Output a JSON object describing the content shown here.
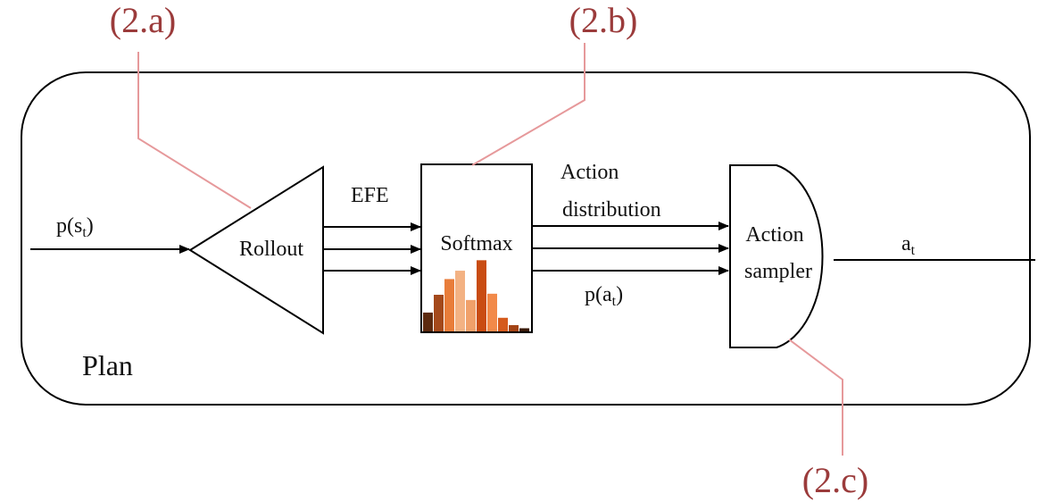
{
  "callouts": {
    "a": "(2.a)",
    "b": "(2.b)",
    "c": "(2.c)"
  },
  "container": {
    "label": "Plan"
  },
  "input": {
    "label_prefix": "p(s",
    "subscript": "t",
    "label_suffix": ")"
  },
  "rollout": {
    "label": "Rollout"
  },
  "efe": {
    "label": "EFE"
  },
  "softmax": {
    "label": "Softmax",
    "histogram": [
      {
        "value": 0.18,
        "color": "#5c2a0f"
      },
      {
        "value": 0.35,
        "color": "#a4491b"
      },
      {
        "value": 0.5,
        "color": "#e87d3a"
      },
      {
        "value": 0.58,
        "color": "#f3b283"
      },
      {
        "value": 0.3,
        "color": "#f0a06a"
      },
      {
        "value": 0.68,
        "color": "#c94c12"
      },
      {
        "value": 0.36,
        "color": "#f28a4a"
      },
      {
        "value": 0.13,
        "color": "#d55a1c"
      },
      {
        "value": 0.06,
        "color": "#a34315"
      },
      {
        "value": 0.03,
        "color": "#3a1a08"
      }
    ]
  },
  "action_distribution": {
    "line1": "Action",
    "line2": "distribution"
  },
  "p_action": {
    "label_prefix": "p(a",
    "subscript": "t",
    "label_suffix": ")"
  },
  "sampler": {
    "line1": "Action",
    "line2": "sampler"
  },
  "output": {
    "label": "a",
    "subscript": "t"
  },
  "colors": {
    "callout": "#9b3b3b",
    "leader": "#e6999b",
    "stroke": "#000000"
  }
}
